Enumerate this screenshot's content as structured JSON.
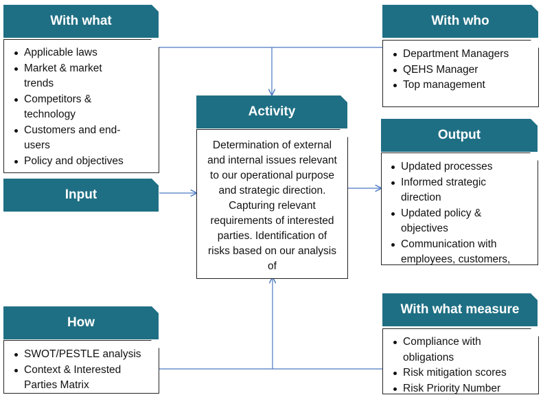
{
  "with_what": {
    "title": "With what",
    "items": [
      "Applicable laws",
      "Market & market trends",
      "Competitors & technology",
      "Customers and end-users",
      "Policy and objectives",
      "…"
    ]
  },
  "with_who": {
    "title": "With who",
    "items": [
      "Department Managers",
      "QEHS Manager",
      "Top management"
    ]
  },
  "activity": {
    "title": "Activity",
    "text": "Determination of external and internal issues relevant to our operational purpose and strategic direction. Capturing relevant requirements of interested parties. Identification of risks based on our analysis of"
  },
  "input": {
    "title": "Input"
  },
  "output": {
    "title": "Output",
    "items": [
      "Updated processes",
      "Informed strategic direction",
      "Updated policy & objectives",
      "Communication with employees, customers,"
    ]
  },
  "how": {
    "title": "How",
    "items": [
      "SWOT/PESTLE analysis",
      "Context & Interested Parties Matrix"
    ]
  },
  "with_what_measure": {
    "title": "With what measure",
    "items": [
      "Compliance with obligations",
      "Risk mitigation scores",
      "Risk Priority Number"
    ]
  },
  "colors": {
    "header": "#1f6f84",
    "connector": "#4a78c2",
    "border": "#222222"
  }
}
